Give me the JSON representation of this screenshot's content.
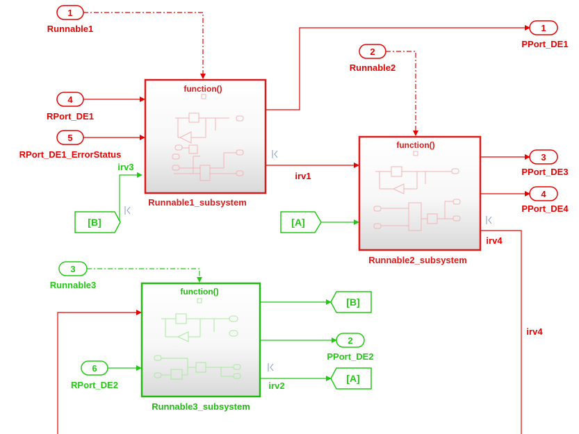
{
  "colors": {
    "red": "#e60000",
    "green": "#22c814",
    "block_red": "#d91a1a",
    "block_green": "#22b814",
    "inner_red": "#f2b3b3",
    "inner_green": "#a9e8a0",
    "marker": "#7f93c8"
  },
  "inports": [
    {
      "num": "1",
      "name": "Runnable1"
    },
    {
      "num": "4",
      "name": "RPort_DE1"
    },
    {
      "num": "5",
      "name": "RPort_DE1_ErrorStatus"
    },
    {
      "num": "2",
      "name": "Runnable2"
    },
    {
      "num": "3",
      "name": "Runnable3"
    },
    {
      "num": "6",
      "name": "RPort_DE2"
    }
  ],
  "outports": [
    {
      "num": "1",
      "name": "PPort_DE1"
    },
    {
      "num": "3",
      "name": "PPort_DE3"
    },
    {
      "num": "4",
      "name": "PPort_DE4"
    },
    {
      "num": "2",
      "name": "PPort_DE2"
    }
  ],
  "goto_from": {
    "from_b": "[B]",
    "from_a": "[A]",
    "goto_b": "[B]",
    "goto_a": "[A]"
  },
  "subsystems": [
    {
      "trigger_label": "function()",
      "name": "Runnable1_subsystem"
    },
    {
      "trigger_label": "function()",
      "name": "Runnable2_subsystem"
    },
    {
      "trigger_label": "function()",
      "name": "Runnable3_subsystem"
    }
  ],
  "signals": {
    "irv1": "irv1",
    "irv2": "irv2",
    "irv3": "irv3",
    "irv4_a": "irv4",
    "irv4_b": "irv4"
  }
}
